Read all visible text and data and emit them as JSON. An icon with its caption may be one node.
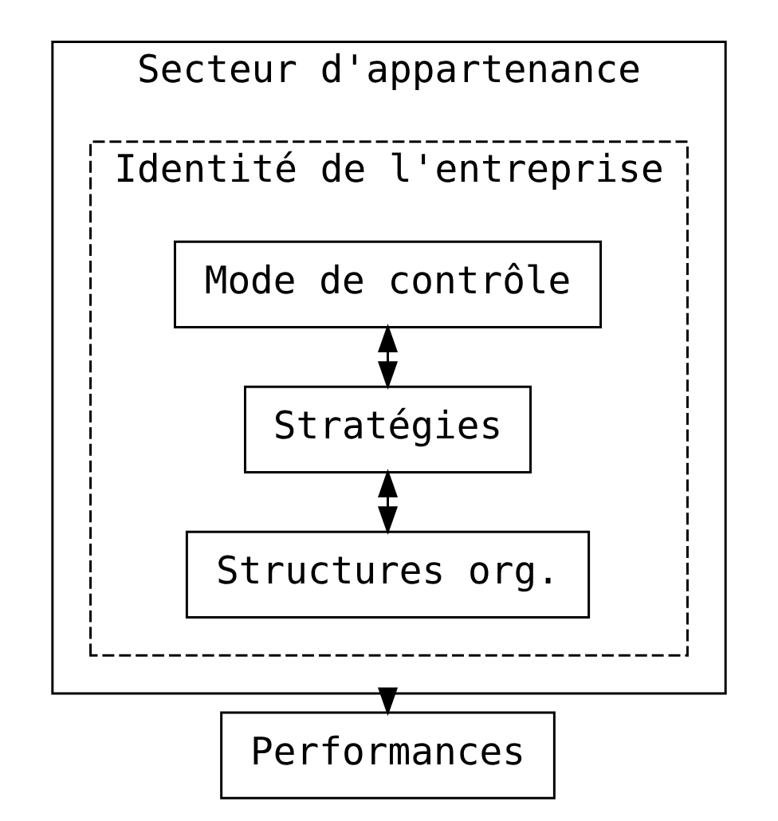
{
  "diagram": {
    "nodes": [
      {
        "text": [
          "Secteur d'appartenance"
        ]
      },
      {
        "text": [
          "Identité de l'entreprise"
        ],
        "in": 0
      },
      {
        "text": [
          "Mode de contrôle"
        ],
        "in": 1
      },
      {
        "text": [
          "Stratégies"
        ],
        "in": 1
      },
      {
        "text": [
          "Structures org."
        ],
        "in": 1
      },
      {
        "text": [
          "Performances"
        ]
      }
    ],
    "edges": [
      {
        "from": 2,
        "to": 3,
        "arrow": "both",
        "style": "dashed"
      },
      {
        "from": 3,
        "to": 4,
        "arrow": "both"
      },
      {
        "from": 0,
        "to": 5,
        "arrow": "to"
      }
    ]
  }
}
